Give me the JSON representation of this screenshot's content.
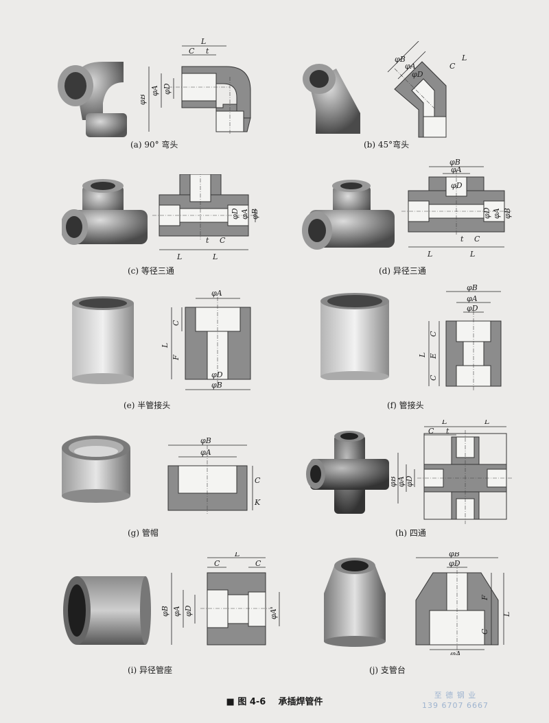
{
  "figure": {
    "caption_marker": "■",
    "caption_number": "图 4-6",
    "caption_title": "承插焊管件"
  },
  "panels": [
    {
      "id": "a",
      "caption": "(a) 90° 弯头",
      "labels": [
        "L",
        "C",
        "t",
        "φB",
        "φA",
        "φD"
      ]
    },
    {
      "id": "b",
      "caption": "(b)  45°弯头",
      "labels": [
        "φB",
        "φA",
        "φD",
        "C",
        "L"
      ]
    },
    {
      "id": "c",
      "caption": "(c)  等径三通",
      "labels": [
        "φD",
        "φA",
        "φB",
        "L",
        "t",
        "C",
        "L"
      ]
    },
    {
      "id": "d",
      "caption": "(d)  异径三通",
      "labels": [
        "φB",
        "φA",
        "φD",
        "φD",
        "φA",
        "φB",
        "L",
        "t",
        "C",
        "L"
      ]
    },
    {
      "id": "e",
      "caption": "(e)  半管接头",
      "labels": [
        "φA",
        "C",
        "L",
        "F",
        "φD",
        "φB"
      ]
    },
    {
      "id": "f",
      "caption": "(f)  管接头",
      "labels": [
        "φB",
        "φA",
        "φD",
        "C",
        "L",
        "E",
        "C"
      ]
    },
    {
      "id": "g",
      "caption": "(g)  管帽",
      "labels": [
        "φB",
        "φA",
        "C",
        "K"
      ]
    },
    {
      "id": "h",
      "caption": "(h)  四通",
      "labels": [
        "L",
        "L",
        "C",
        "t",
        "φB",
        "φA",
        "φD"
      ]
    },
    {
      "id": "i",
      "caption": "(i)  异径管座",
      "labels": [
        "L",
        "C",
        "C",
        "φB",
        "φA",
        "φD",
        "φA'"
      ]
    },
    {
      "id": "j",
      "caption": "(j)  支管台",
      "labels": [
        "φB",
        "φD",
        "F",
        "L",
        "C",
        "φA"
      ]
    }
  ],
  "watermark": {
    "line1": "至 德 钢 业",
    "line2": "139  6707  6667"
  }
}
